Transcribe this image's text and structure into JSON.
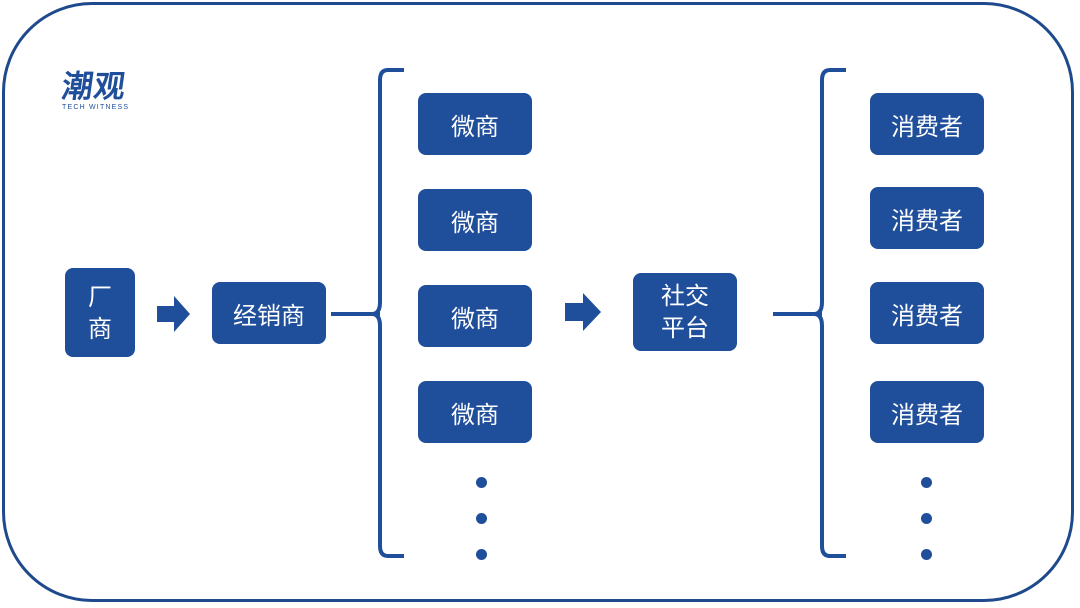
{
  "logo": {
    "name": "潮观",
    "subtitle": "TECH WITNESS"
  },
  "diagram": {
    "manufacturer": [
      "厂",
      "商"
    ],
    "distributor": "经销商",
    "micro_merchants": [
      "微商",
      "微商",
      "微商",
      "微商"
    ],
    "social_platform": [
      "社交",
      "平台"
    ],
    "consumers": [
      "消费者",
      "消费者",
      "消费者",
      "消费者"
    ]
  },
  "colors": {
    "primary": "#1f4e9a",
    "border": "#1e4a8d",
    "background": "#ffffff"
  }
}
